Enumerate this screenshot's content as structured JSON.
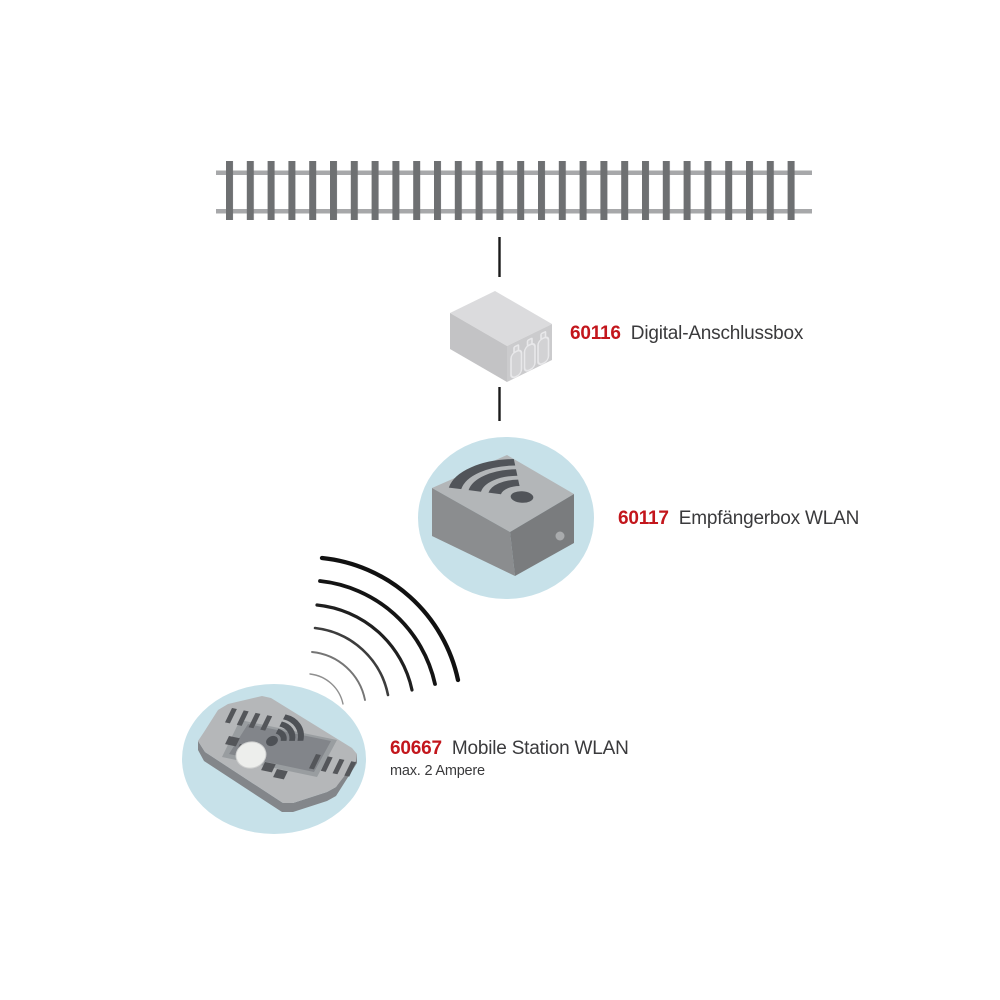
{
  "colors": {
    "number_red": "#c3161c",
    "label_dark": "#3a3a3c",
    "halo_blue": "#c7e1e9",
    "background": "#ffffff"
  },
  "icons": {
    "wifi_device_icon": "wifi-icon",
    "wifi_waves_icon": "wifi-waves-icon",
    "track_graphic": "railroad-track",
    "connector": "connector-line"
  },
  "labels": {
    "anschlussbox": {
      "number": "60116",
      "name": "Digital-Anschlussbox"
    },
    "empfaengerbox": {
      "number": "60117",
      "name": "Empfängerbox WLAN"
    },
    "mobile_station": {
      "number": "60667",
      "name": "Mobile Station WLAN",
      "note": "max. 2 Ampere"
    }
  }
}
